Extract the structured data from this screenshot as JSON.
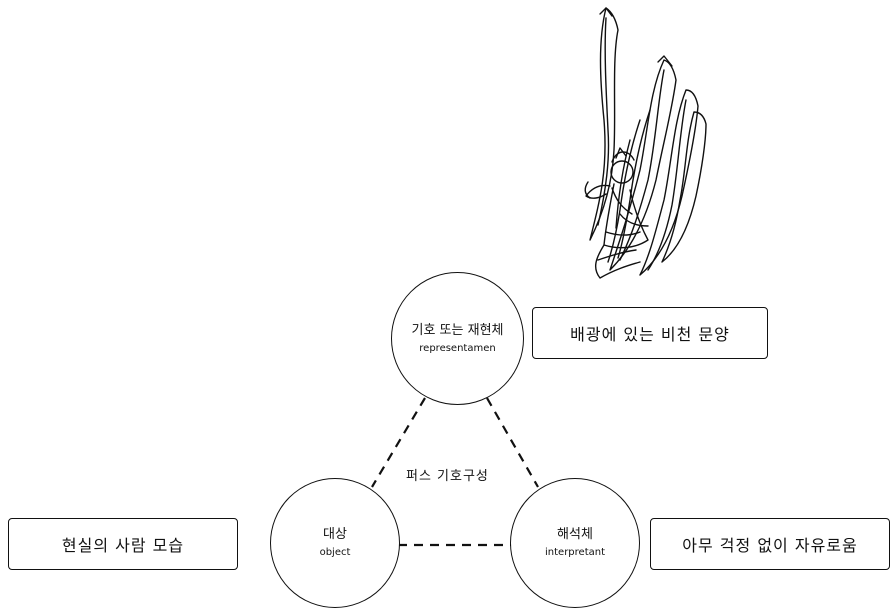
{
  "representamen": {
    "label_kr": "기호 또는 재현체",
    "label_en": "representamen"
  },
  "object": {
    "label_kr": "대상",
    "label_en": "object"
  },
  "interpretant": {
    "label_kr": "해석체",
    "label_en": "interpretant"
  },
  "center_label": "퍼스 기호구성",
  "boxes": {
    "representamen_example": "배광에 있는 비천 문양",
    "object_example": "현실의 사람 모습",
    "interpretant_example": "아무 걱정 없이 자유로움"
  },
  "illustration": {
    "icon": "flying-celestial-drawing-icon"
  }
}
